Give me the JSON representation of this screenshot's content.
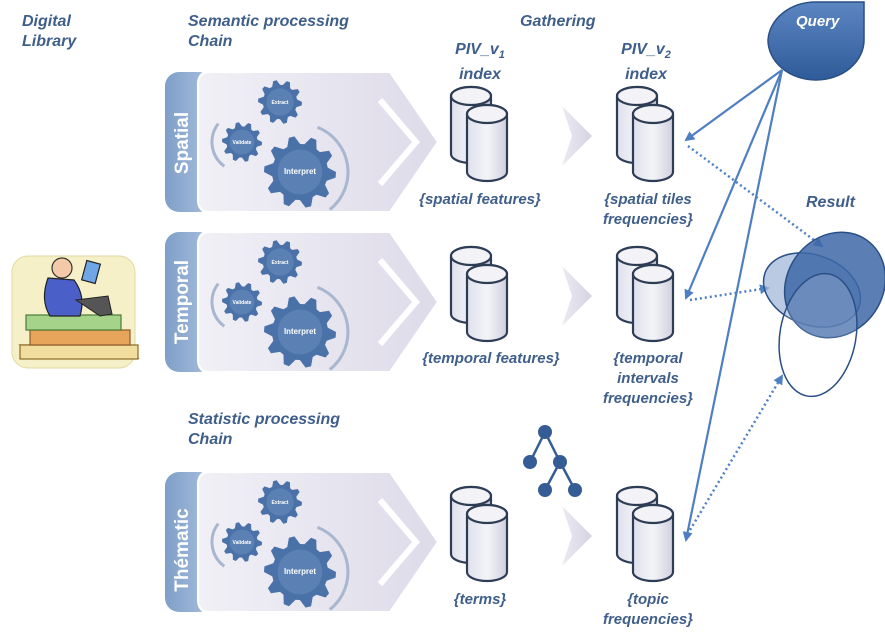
{
  "labels": {
    "digital_library": "Digital\nLibrary",
    "semantic_chain": "Semantic processing\nChain",
    "statistic_chain": "Statistic processing\nChain",
    "gathering": "Gathering",
    "piv_v1_prefix": "PIV_v",
    "piv_v1_sub": "1",
    "piv_v2_prefix": "PIV_v",
    "piv_v2_sub": "2",
    "index": "index",
    "query": "Query",
    "result": "Result"
  },
  "chains": [
    {
      "name": "Spatial",
      "features": "{spatial features}",
      "output": "{spatial tiles\nfrequencies}"
    },
    {
      "name": "Temporal",
      "features": "{temporal features}",
      "output": "{temporal\nintervals\nfrequencies}"
    },
    {
      "name": "Thématic",
      "features": "{terms}",
      "output": "{topic\nfrequencies}"
    }
  ],
  "gears": {
    "extract": "Extract",
    "validate": "Validate",
    "interpret": "Interpret"
  },
  "colors": {
    "text": "#3f5f8a",
    "gear": "#4a72a8",
    "arrow_solid": "#4f7fc2",
    "panel": "#e6e4ef",
    "tab": "#9db6d6"
  }
}
